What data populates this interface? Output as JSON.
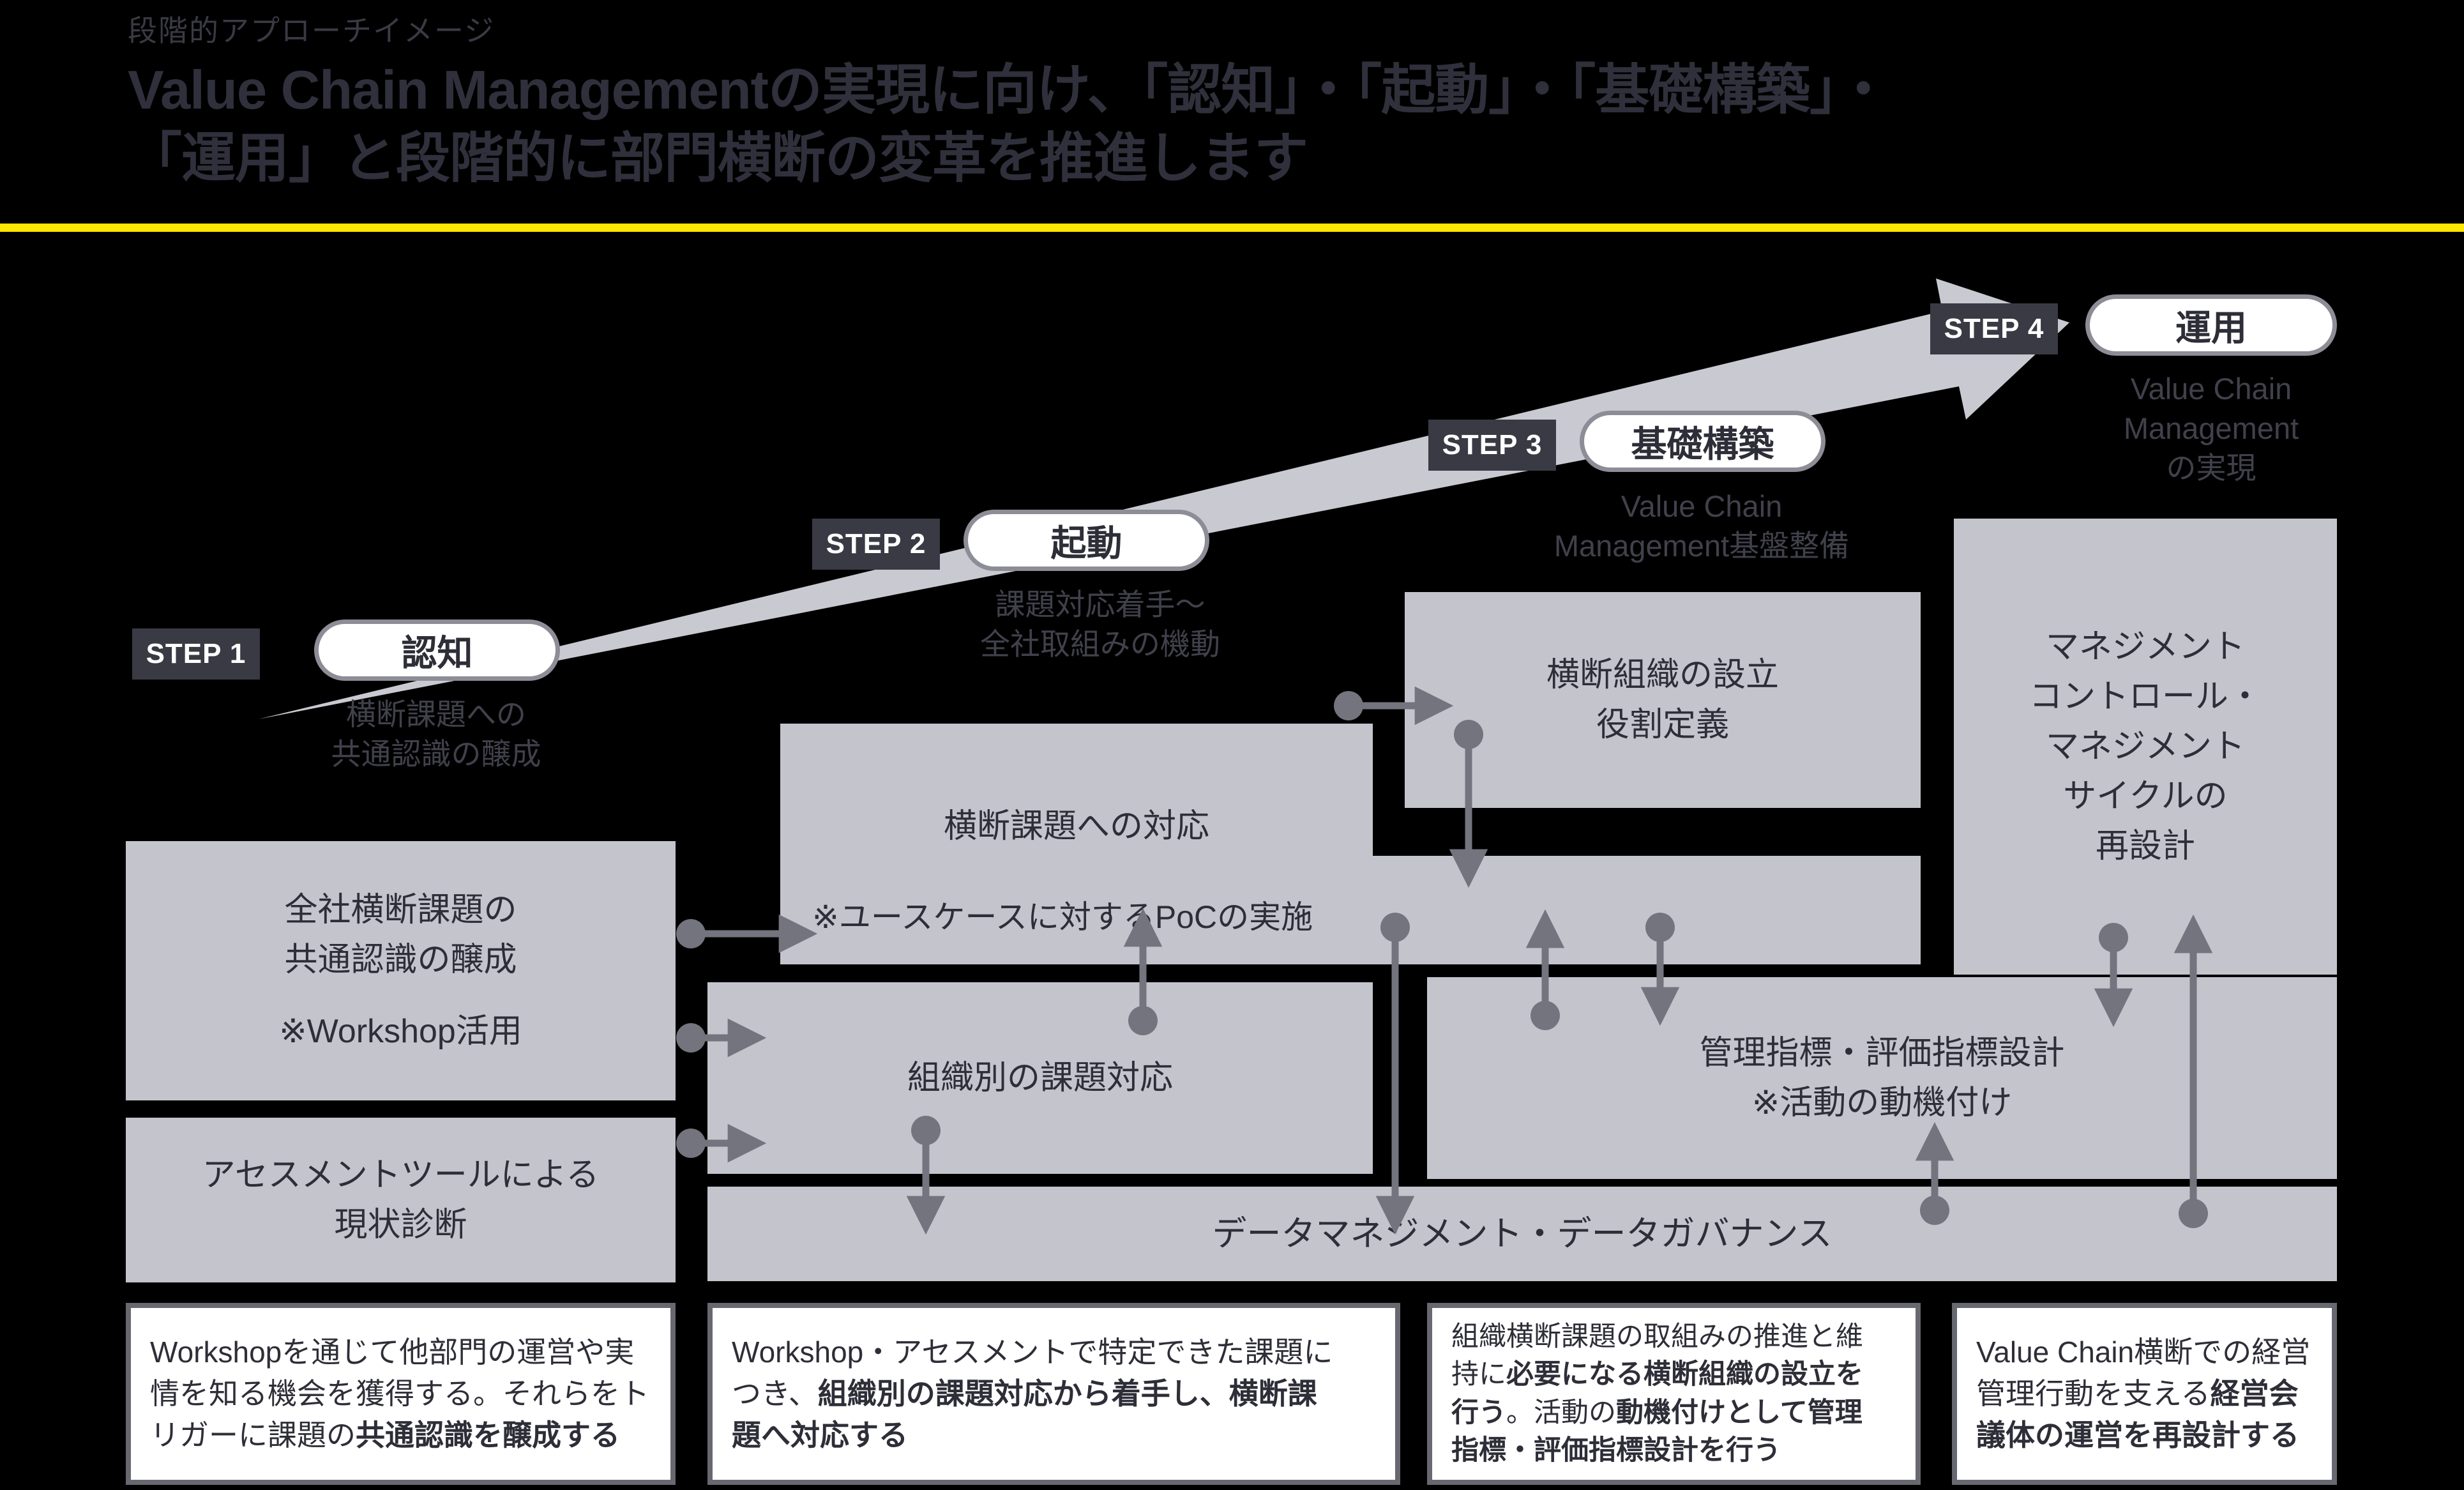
{
  "colors": {
    "background": "#000000",
    "accent_yellow": "#ffe600",
    "ink": "#2e2e38",
    "box_gray": "#c4c4cd",
    "arrow_gray": "#c9c9d1",
    "connector_gray": "#74747e",
    "step_label_bg": "#3a3a44"
  },
  "header": {
    "eyebrow": "段階的アプローチイメージ",
    "title": "Value Chain Managementの実現に向け、「認知」・「起動」・「基礎構築」・\n「運用」と段階的に部門横断の変革を推進します"
  },
  "steps": [
    {
      "label": "STEP 1",
      "pill": "認知",
      "caption": "横断課題への\n共通認識の醸成"
    },
    {
      "label": "STEP 2",
      "pill": "起動",
      "caption": "課題対応着手～\n全社取組みの機動"
    },
    {
      "label": "STEP 3",
      "pill": "基礎構築",
      "caption": "Value Chain\nManagement基盤整備"
    },
    {
      "label": "STEP 4",
      "pill": "運用",
      "caption": "Value Chain\nManagement\nの実現"
    }
  ],
  "diagram": {
    "awareness": {
      "title": "全社横断課題の\n共通認識の醸成",
      "note": "※Workshop活用"
    },
    "assessment": {
      "title": "アセスメントツールによる\n現状診断"
    },
    "cross_issue": {
      "title": "横断課題への対応",
      "note": "※ユースケースに対するPoCの実施"
    },
    "org_issue": {
      "title": "組織別の課題対応"
    },
    "cross_org": {
      "title": "横断組織の設立\n役割定義"
    },
    "kpi": {
      "title": "管理指標・評価指標設計\n※活動の動機付け"
    },
    "mgmt_cycle": {
      "title": "マネジメント\nコントロール・\nマネジメント\nサイクルの\n再設計"
    },
    "data_gov": {
      "title": "データマネジメント・データガバナンス"
    }
  },
  "footnotes": [
    {
      "parts": [
        {
          "text": "Workshopを通じて他部門の運営や実\n情を知る機会を獲得する。それらをト\nリガーに課題の",
          "bold": false
        },
        {
          "text": "共通認識を醸成する",
          "bold": true
        }
      ]
    },
    {
      "parts": [
        {
          "text": "Workshop・アセスメントで特定できた課題に\nつき、",
          "bold": false
        },
        {
          "text": "組織別の課題対応から着手し、横断課\n題へ対応する",
          "bold": true
        }
      ]
    },
    {
      "parts": [
        {
          "text": "組織横断課題の取組みの推進と維\n持に",
          "bold": false
        },
        {
          "text": "必要になる横断組織の設立を\n行う",
          "bold": true
        },
        {
          "text": "。活動の",
          "bold": false
        },
        {
          "text": "動機付けとして管理\n指標・評価指標設計を行う",
          "bold": true
        }
      ]
    },
    {
      "parts": [
        {
          "text": "Value Chain横断での経営\n管理行動を支える",
          "bold": false
        },
        {
          "text": "経営会\n議体の運営を再設計する",
          "bold": true
        }
      ]
    }
  ]
}
